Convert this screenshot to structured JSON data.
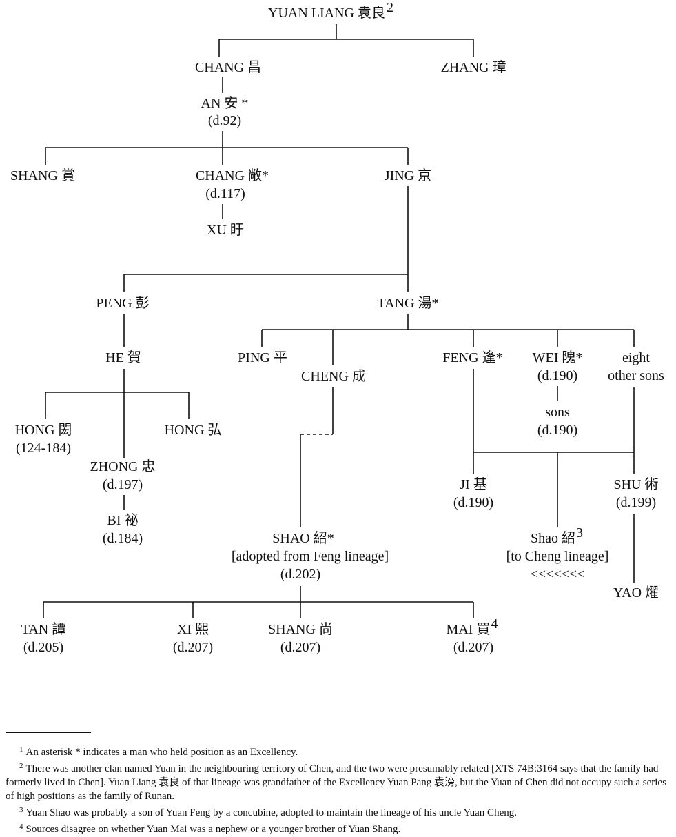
{
  "nodes": {
    "yuan_liang": {
      "name": "YUAN LIANG 袁良",
      "note": "2"
    },
    "chang": {
      "name": "CHANG 昌"
    },
    "zhang": {
      "name": "ZHANG 璋"
    },
    "an": {
      "name": "AN 安 *",
      "dates": "(d.92)"
    },
    "shang1": {
      "name": "SHANG 賞"
    },
    "chang2": {
      "name": "CHANG 敞*",
      "dates": "(d.117)"
    },
    "jing": {
      "name": "JING 京"
    },
    "xu": {
      "name": "XU 盱"
    },
    "peng": {
      "name": "PENG 彭"
    },
    "tang": {
      "name": "TANG 湯*"
    },
    "he": {
      "name": "HE 賀"
    },
    "ping": {
      "name": "PING 平"
    },
    "cheng": {
      "name": "CHENG 成"
    },
    "feng": {
      "name": "FENG 逢*"
    },
    "wei": {
      "name": "WEI 隗*",
      "dates": "(d.190)"
    },
    "eight": {
      "name": "eight",
      "line2": "other sons"
    },
    "wei_sons": {
      "name": "sons",
      "dates": "(d.190)"
    },
    "hong1": {
      "name": "HONG 閎",
      "dates": "(124-184)"
    },
    "hong2": {
      "name": "HONG 弘"
    },
    "zhong": {
      "name": "ZHONG 忠",
      "dates": "(d.197)"
    },
    "bi": {
      "name": "BI 祕",
      "dates": "(d.184)"
    },
    "ji": {
      "name": "JI 基",
      "dates": "(d.190)"
    },
    "shu": {
      "name": "SHU 術",
      "dates": "(d.199)"
    },
    "shao": {
      "name": "SHAO 紹*",
      "line2": "[adopted from Feng lineage]",
      "dates": "(d.202)"
    },
    "shao2": {
      "name": "Shao 紹",
      "note": "3",
      "line2": "[to Cheng lineage]",
      "arrow": "<<<<<<<"
    },
    "yao": {
      "name": "YAO 燿"
    },
    "tan": {
      "name": "TAN 譚",
      "dates": "(d.205)"
    },
    "xi": {
      "name": "XI 熙",
      "dates": "(d.207)"
    },
    "shang2": {
      "name": "SHANG 尚",
      "dates": "(d.207)"
    },
    "mai": {
      "name": "MAI 買",
      "note": "4",
      "dates": "(d.207)"
    }
  },
  "footnotes": [
    {
      "num": "1",
      "text": "An asterisk * indicates a man who held position as an Excellency."
    },
    {
      "num": "2",
      "text": "There was another clan named Yuan in the neighbouring territory of Chen, and the two were presumably related [XTS 74B:3164 says that the family had formerly lived in Chen]. Yuan Liang 袁良 of that lineage was grandfather of the Excellency Yuan Pang 袁滂, but the Yuan of Chen did not occupy such a series of high positions as the family of Runan."
    },
    {
      "num": "3",
      "text": "Yuan Shao was probably a son of Yuan Feng by a concubine, adopted to maintain the lineage of his uncle Yuan Cheng."
    },
    {
      "num": "4",
      "text": "Sources disagree on whether Yuan Mai was a nephew or a younger brother of Yuan Shang."
    }
  ]
}
